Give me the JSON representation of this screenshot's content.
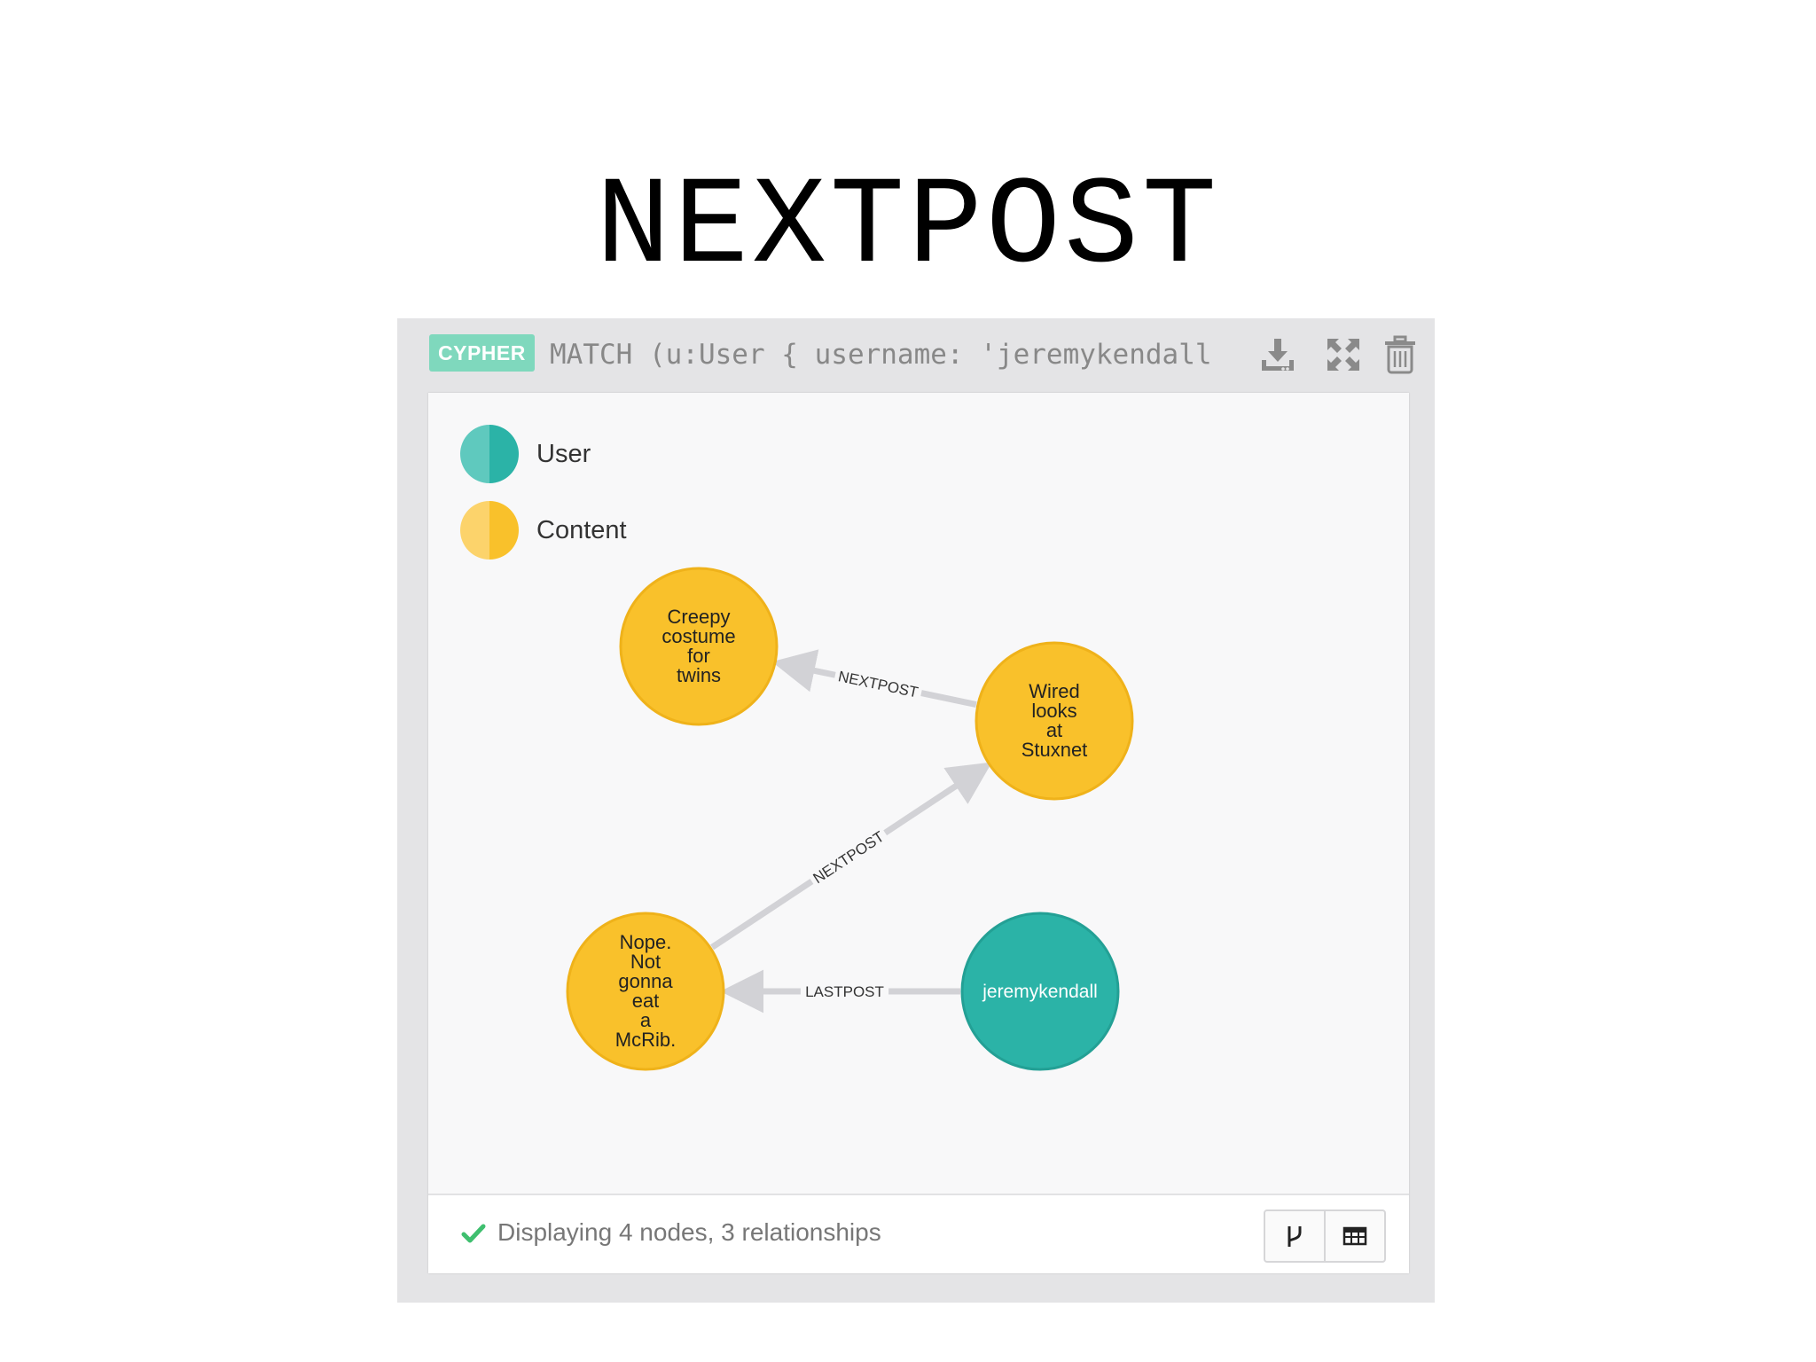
{
  "slide": {
    "title": "NEXTPOST"
  },
  "toolbar": {
    "badge": "CYPHER",
    "query": "MATCH (u:User { username: 'jeremykendall",
    "icons": [
      "download-icon",
      "expand-icon",
      "trash-icon"
    ]
  },
  "legend": [
    {
      "label": "User",
      "color": "#2bb3a7",
      "color_light": "#5fc9be"
    },
    {
      "label": "Content",
      "color": "#f9c12b",
      "color_light": "#fcd36b"
    }
  ],
  "graph": {
    "nodes": [
      {
        "id": "n1",
        "type": "Content",
        "lines": [
          "Creepy",
          "costume",
          "for",
          "twins"
        ]
      },
      {
        "id": "n2",
        "type": "Content",
        "lines": [
          "Wired",
          "looks",
          "at",
          "Stuxnet"
        ]
      },
      {
        "id": "n3",
        "type": "Content",
        "lines": [
          "Nope.",
          "Not",
          "gonna",
          "eat",
          "a",
          "McRib."
        ]
      },
      {
        "id": "n4",
        "type": "User",
        "lines": [
          "jeremykendall"
        ]
      }
    ],
    "relationships": [
      {
        "from": "n2",
        "to": "n1",
        "label": "NEXTPOST"
      },
      {
        "from": "n3",
        "to": "n2",
        "label": "NEXTPOST"
      },
      {
        "from": "n4",
        "to": "n3",
        "label": "LASTPOST"
      }
    ]
  },
  "status": {
    "text": "Displaying 4 nodes, 3 relationships",
    "views": [
      "graph-view-icon",
      "table-view-icon"
    ]
  },
  "colors": {
    "content_fill": "#f9c12b",
    "content_stroke": "#efb21a",
    "user_fill": "#2bb3a7",
    "user_stroke": "#23a095",
    "edge": "#d2d2d6",
    "badge": "#7fd8bd",
    "check": "#3fbf6f"
  }
}
